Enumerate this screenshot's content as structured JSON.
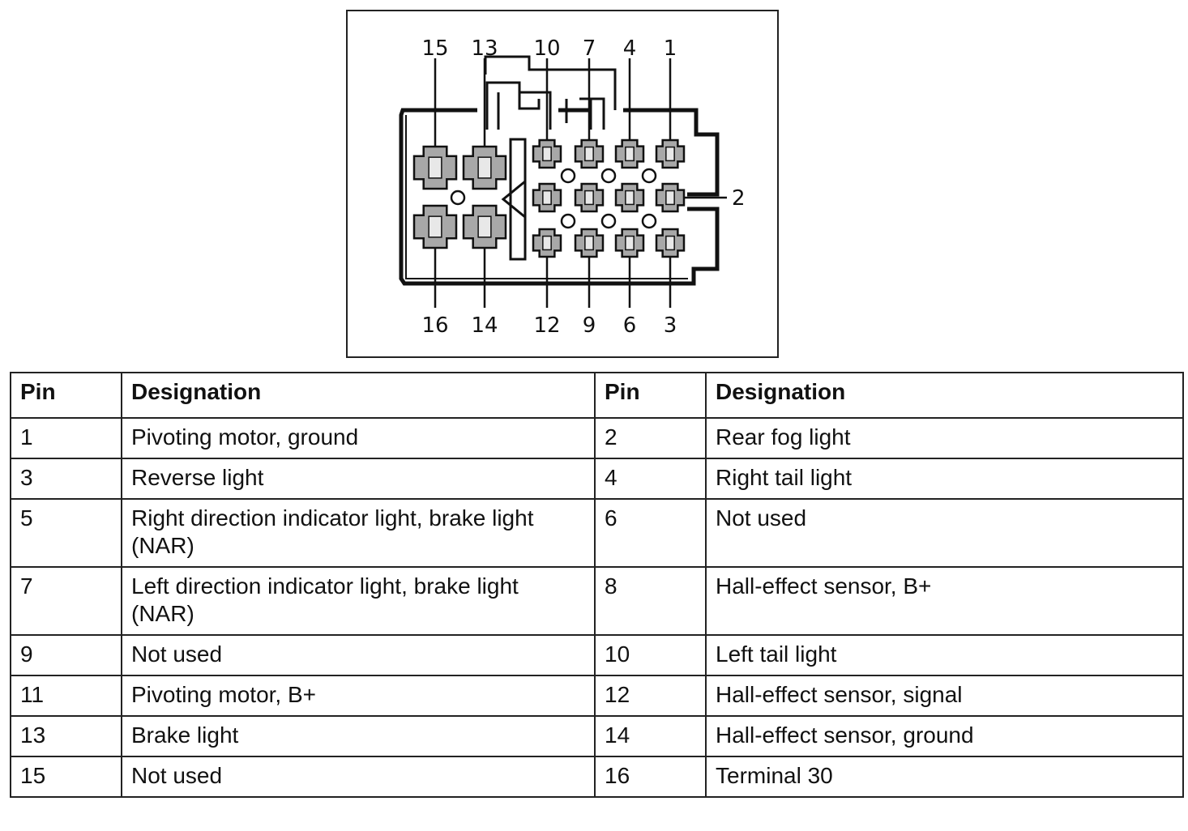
{
  "diagram": {
    "pin_numbers_top": [
      "15",
      "13",
      "10",
      "7",
      "4",
      "1"
    ],
    "pin_numbers_bottom": [
      "16",
      "14",
      "12",
      "9",
      "6",
      "3"
    ],
    "pin_number_side": "2"
  },
  "table": {
    "headers": [
      "Pin",
      "Designation",
      "Pin",
      "Designation"
    ],
    "rows": [
      {
        "pin_a": "1",
        "desc_a": "Pivoting motor, ground",
        "pin_b": "2",
        "desc_b": "Rear fog light"
      },
      {
        "pin_a": "3",
        "desc_a": "Reverse light",
        "pin_b": "4",
        "desc_b": "Right tail light"
      },
      {
        "pin_a": "5",
        "desc_a": "Right direction indicator light, brake light (NAR)",
        "pin_b": "6",
        "desc_b": "Not used"
      },
      {
        "pin_a": "7",
        "desc_a": "Left direction indicator light, brake light (NAR)",
        "pin_b": "8",
        "desc_b": "Hall-effect sensor, B+"
      },
      {
        "pin_a": "9",
        "desc_a": "Not used",
        "pin_b": "10",
        "desc_b": "Left tail light"
      },
      {
        "pin_a": "11",
        "desc_a": "Pivoting motor, B+",
        "pin_b": "12",
        "desc_b": "Hall-effect sensor, signal"
      },
      {
        "pin_a": "13",
        "desc_a": "Brake light",
        "pin_b": "14",
        "desc_b": "Hall-effect sensor, ground"
      },
      {
        "pin_a": "15",
        "desc_a": "Not used",
        "pin_b": "16",
        "desc_b": "Terminal 30"
      }
    ]
  }
}
